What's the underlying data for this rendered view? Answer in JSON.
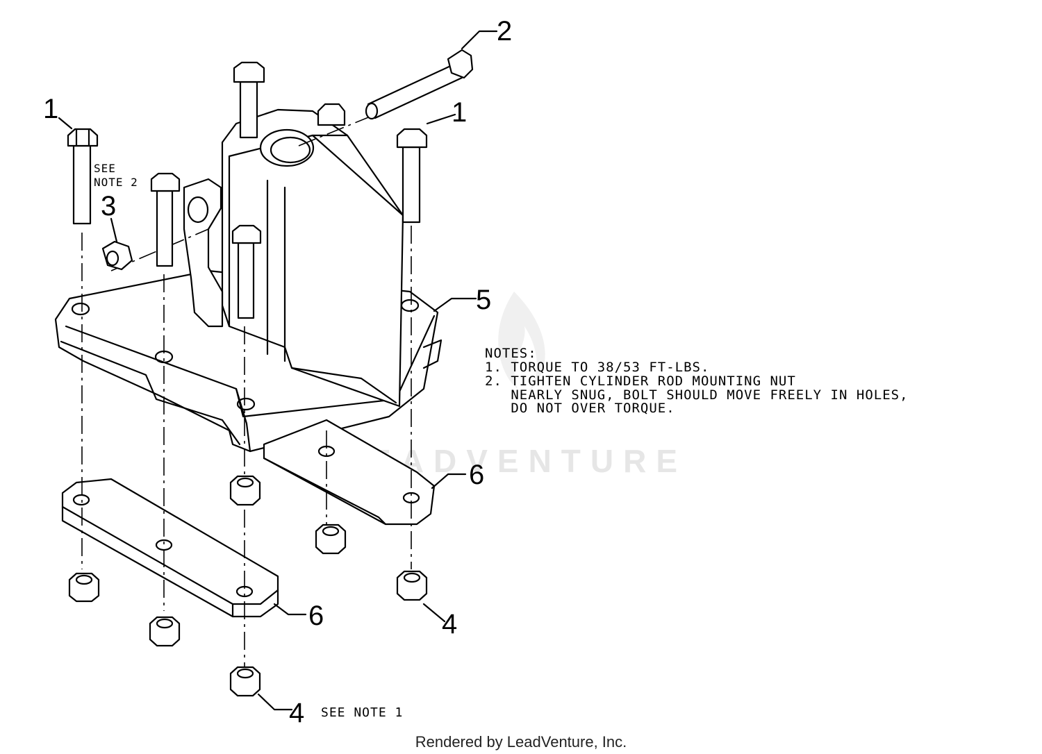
{
  "callouts": {
    "c1a": "1",
    "c1b": "1",
    "c2": "2",
    "c3": "3",
    "c4a": "4",
    "c4b": "4",
    "c5": "5",
    "c6a": "6",
    "c6b": "6"
  },
  "side_notes": {
    "see_note2_line1": "SEE",
    "see_note2_line2": "NOTE 2",
    "see_note1": "SEE NOTE 1"
  },
  "notes": {
    "heading": "NOTES:",
    "line1": "1. TORQUE TO 38/53 FT-LBS.",
    "line2": "2. TIGHTEN CYLINDER ROD MOUNTING NUT",
    "line3": "   NEARLY SNUG, BOLT SHOULD MOVE FREELY IN HOLES,",
    "line4": "   DO NOT OVER TORQUE."
  },
  "watermark": "LEADVENTURE",
  "footer": "Rendered by LeadVenture, Inc."
}
